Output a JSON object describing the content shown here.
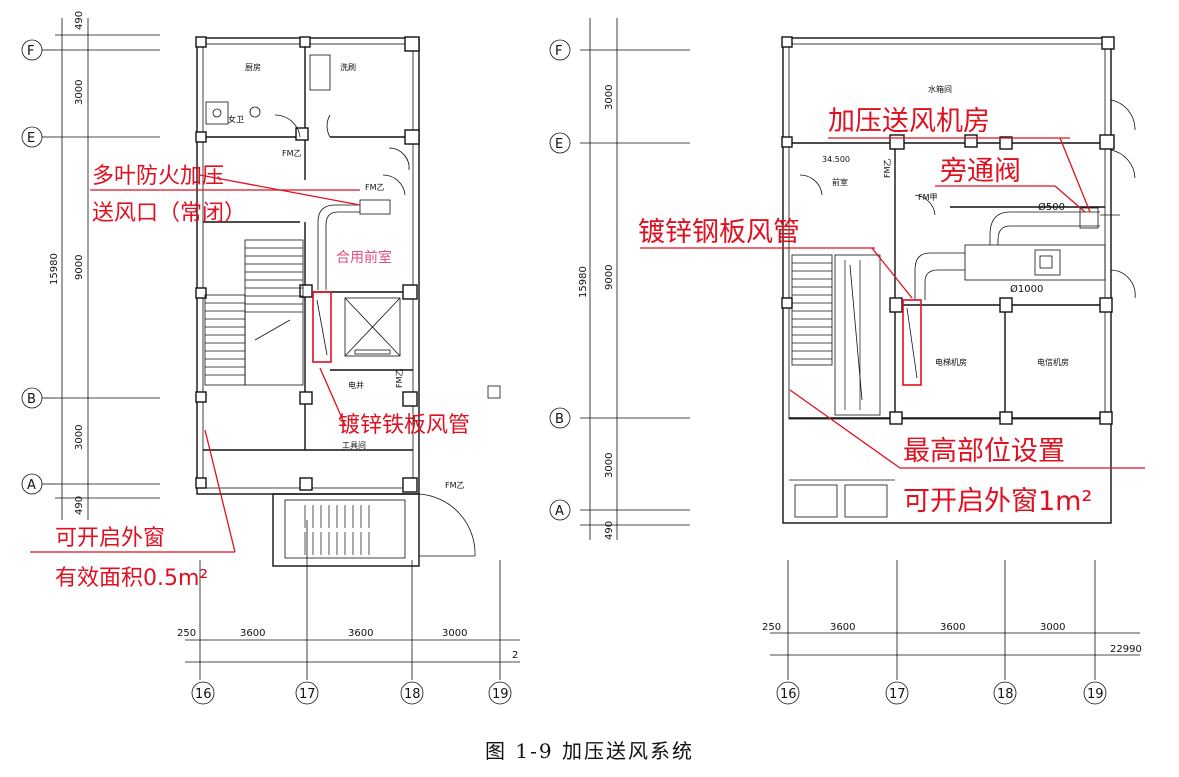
{
  "caption": "图 1-9   加压送风系统",
  "left_plan": {
    "axis_rows": [
      "F",
      "E",
      "B",
      "A"
    ],
    "axis_cols": [
      "16",
      "17",
      "18",
      "19"
    ],
    "dims_vertical": [
      "490",
      "3000",
      "9000",
      "3000",
      "490"
    ],
    "dims_total_vertical": "15980",
    "dims_horizontal": [
      "250",
      "3600",
      "3600",
      "3000"
    ],
    "dims_horizontal_tail": "2",
    "rooms": {
      "kitchen": "厨房",
      "washroom": "洗刷",
      "toilet": "女卫",
      "tool_room": "工具间",
      "elec_shaft": "电井",
      "door1": "FM乙",
      "door2": "FM乙",
      "door3": "FM乙",
      "door4": "FM乙"
    },
    "annotations": {
      "damper_line1": "多叶防火加压",
      "damper_line2": "送风口（常闭）",
      "shared_lobby": "合用前室",
      "duct": "镀锌铁板风管",
      "window_line1": "可开启外窗",
      "window_line2": "有效面积0.5m²"
    }
  },
  "right_plan": {
    "axis_rows": [
      "F",
      "E",
      "B",
      "A"
    ],
    "axis_cols": [
      "16",
      "17",
      "18",
      "19"
    ],
    "dims_vertical": [
      "3000",
      "9000",
      "3000",
      "490"
    ],
    "dims_total_vertical": "15980",
    "dims_horizontal": [
      "250",
      "3600",
      "3600",
      "3000"
    ],
    "dims_total_horizontal": "22990",
    "rooms": {
      "water_tank": "水箱间",
      "elevation": "34.500",
      "front_room": "前室",
      "elevator_room": "电梯机房",
      "telecom_room": "电信机房",
      "door1": "FM乙",
      "door2": "FM甲"
    },
    "duct_sizes": [
      "Ø500",
      "Ø1000"
    ],
    "annotations": {
      "fan_room": "加压送风机房",
      "bypass_valve": "旁通阀",
      "duct": "镀锌钢板风管",
      "window_line1": "最高部位设置",
      "window_line2": "可开启外窗1m²"
    }
  },
  "colors": {
    "annotation": "#e01020",
    "drawing": "#111111",
    "lobby_text": "#e05080"
  }
}
